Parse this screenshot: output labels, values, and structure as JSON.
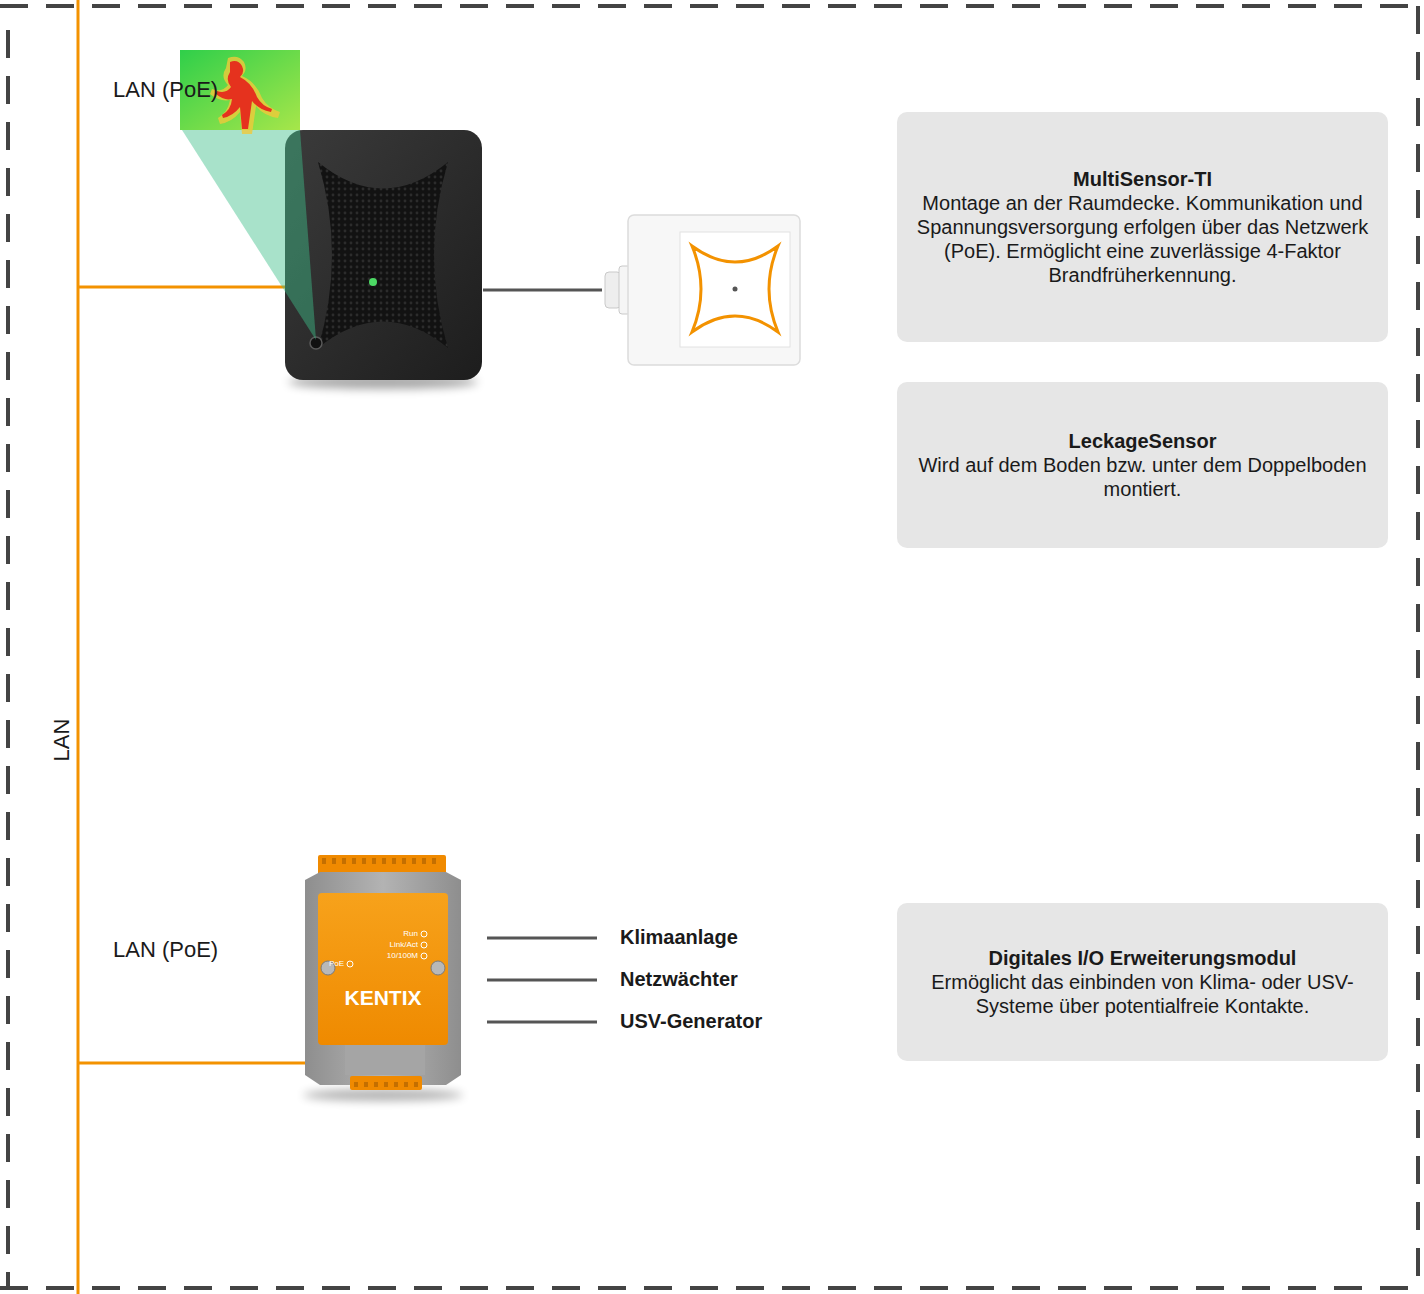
{
  "diagram": {
    "nodes": [
      {
        "text": [
          "MultiSensor-TI",
          "Montage an der Raumdecke. Kommunikation und Spannungsversorgung erfolgen über das Netzwerk (PoE). Ermöglicht eine zuverlässige 4-Faktor Brandfrüherkennung."
        ]
      },
      {
        "text": [
          "LeckageSensor",
          "Wird auf dem Boden bzw. unter dem Doppelboden montiert."
        ]
      },
      {
        "text": [
          "Digitales I/O Erweiterungsmodul",
          "Ermöglicht das einbinden von Klima- oder USV-Systeme über potentialfreie Kontakte."
        ]
      }
    ],
    "labels": [
      "LAN (PoE)",
      "LAN",
      "LAN (PoE)",
      "Klimaanlage",
      "Netzwächter",
      "USV-Generator",
      "KENTIX",
      "Run",
      "Link/Act",
      "10/100M",
      "PoE"
    ]
  }
}
